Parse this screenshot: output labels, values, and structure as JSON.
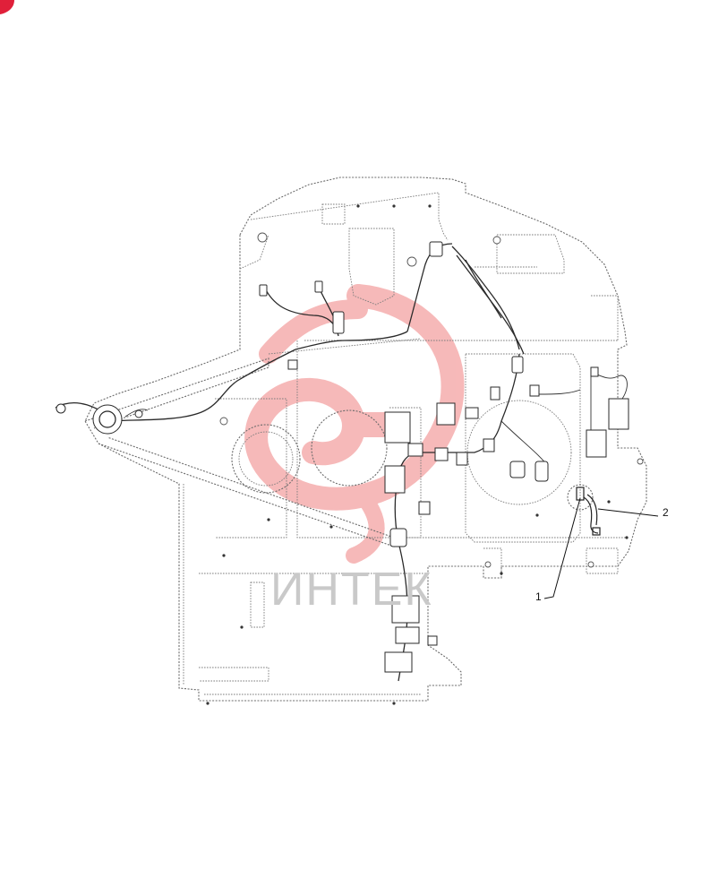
{
  "watermark": {
    "text": "ИНТЕК",
    "color": "#c9c9c9",
    "logo_color": "#f08080"
  },
  "corner_badge_color": "#e0203a",
  "callouts": [
    {
      "label": "1"
    },
    {
      "label": "2"
    }
  ]
}
